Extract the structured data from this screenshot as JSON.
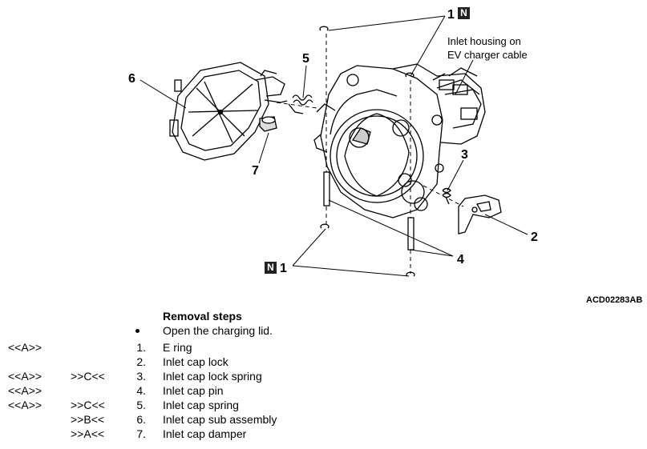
{
  "diagram": {
    "callouts": {
      "c1_top": "1",
      "c1_bottom": "1",
      "c2": "2",
      "c3": "3",
      "c4": "4",
      "c5": "5",
      "c6": "6",
      "c7": "7"
    },
    "n_mark": "N",
    "caption": "Inlet housing on\nEV charger cable",
    "caption_line1": "Inlet housing on",
    "caption_line2": "EV charger cable",
    "ref_code": "ACD02283AB"
  },
  "removal": {
    "title": "Removal steps",
    "steps": [
      {
        "ref_a": "",
        "ref_b": "",
        "num": "",
        "bullet": true,
        "text": "Open the charging lid."
      },
      {
        "ref_a": "<<A>>",
        "ref_b": "",
        "num": "1.",
        "text": "E ring"
      },
      {
        "ref_a": "",
        "ref_b": "",
        "num": "2.",
        "text": "Inlet cap lock"
      },
      {
        "ref_a": "<<A>>",
        "ref_b": ">>C<<",
        "num": "3.",
        "text": "Inlet cap lock spring"
      },
      {
        "ref_a": "<<A>>",
        "ref_b": "",
        "num": "4.",
        "text": "Inlet cap pin"
      },
      {
        "ref_a": "<<A>>",
        "ref_b": ">>C<<",
        "num": "5.",
        "text": "Inlet cap spring"
      },
      {
        "ref_a": "",
        "ref_b": ">>B<<",
        "num": "6.",
        "text": "Inlet cap sub assembly"
      },
      {
        "ref_a": "",
        "ref_b": ">>A<<",
        "num": "7.",
        "text": "Inlet cap damper"
      }
    ]
  }
}
